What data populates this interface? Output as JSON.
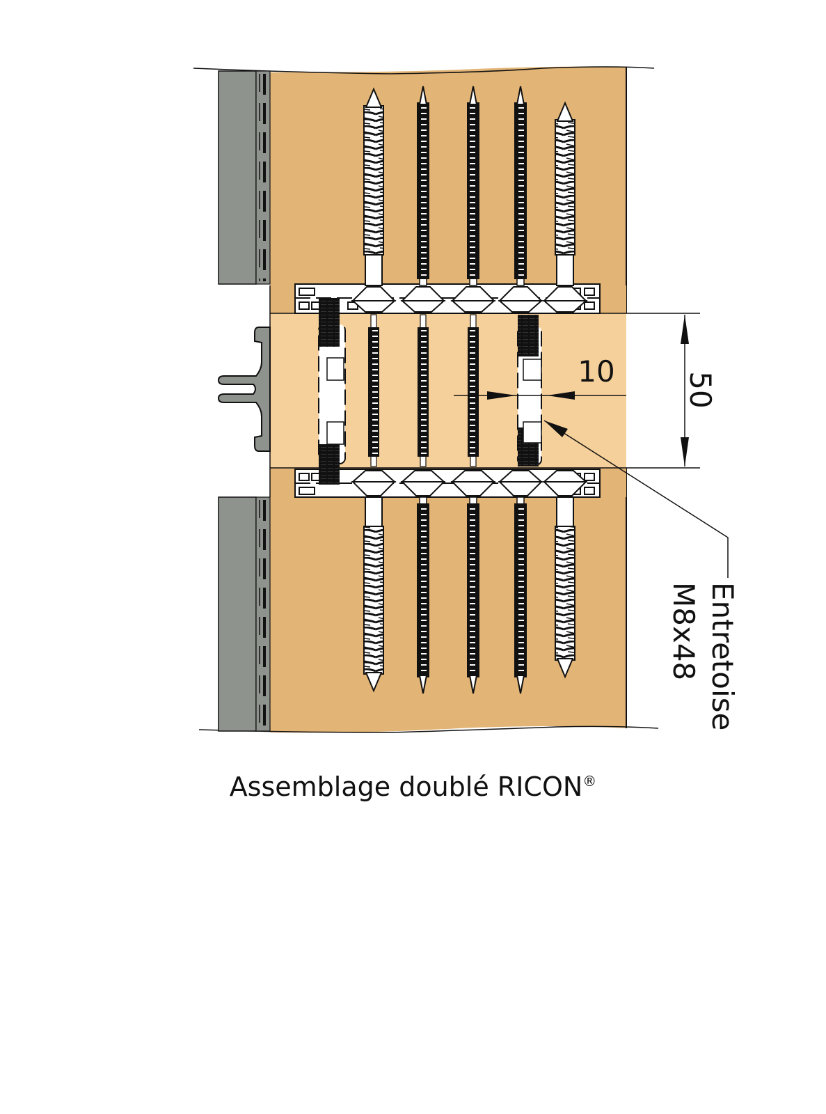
{
  "diagram": {
    "title": "Assemblage doublé RICON",
    "title_mark": "®",
    "dimensions": {
      "gap_width": "10",
      "connector_height": "50"
    },
    "callout": {
      "line1": "Entretoise",
      "line2": "M8x48"
    },
    "colors": {
      "timber_dark": "#E2B476",
      "timber_light": "#F6D09A",
      "profile_gray": "#8E938D",
      "line": "#111111",
      "steel": "#FFFFFF"
    },
    "screws": [
      {
        "type": "coarse",
        "position": "upper"
      },
      {
        "type": "fine",
        "position": "upper"
      },
      {
        "type": "fine",
        "position": "upper"
      },
      {
        "type": "fine",
        "position": "upper"
      },
      {
        "type": "coarse",
        "position": "upper"
      }
    ]
  }
}
